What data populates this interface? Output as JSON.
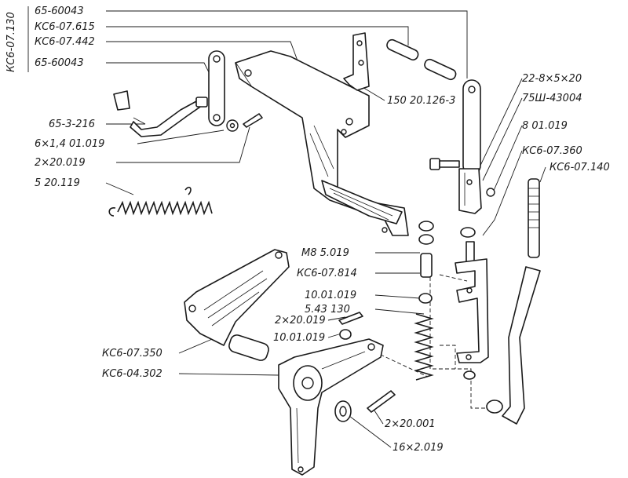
{
  "group_code": "КС6-07.130",
  "labels": {
    "l01": "65-60043",
    "l02": "КС6-07.615",
    "l03": "КС6-07.442",
    "l04": "65-60043",
    "l05": "150 20.126-3",
    "l06": "65-3-216",
    "l07": "6×1,4 01.019",
    "l08": "2×20.019",
    "l09": "5 20.119",
    "l10": "22-8×5×20",
    "l11": "75Ш-43004",
    "l12": "8 01.019",
    "l13": "КС6-07.360",
    "l14": "КС6-07.140",
    "l15": "М8 5.019",
    "l16": "КС6-07.814",
    "l17": "10.01.019",
    "l18": "5.43 130",
    "l19": "2×20.019",
    "l20": "10.01.019",
    "l21": "КС6-07.350",
    "l22": "КС6-04.302",
    "l23": "2×20.001",
    "l24": "16×2.019"
  }
}
